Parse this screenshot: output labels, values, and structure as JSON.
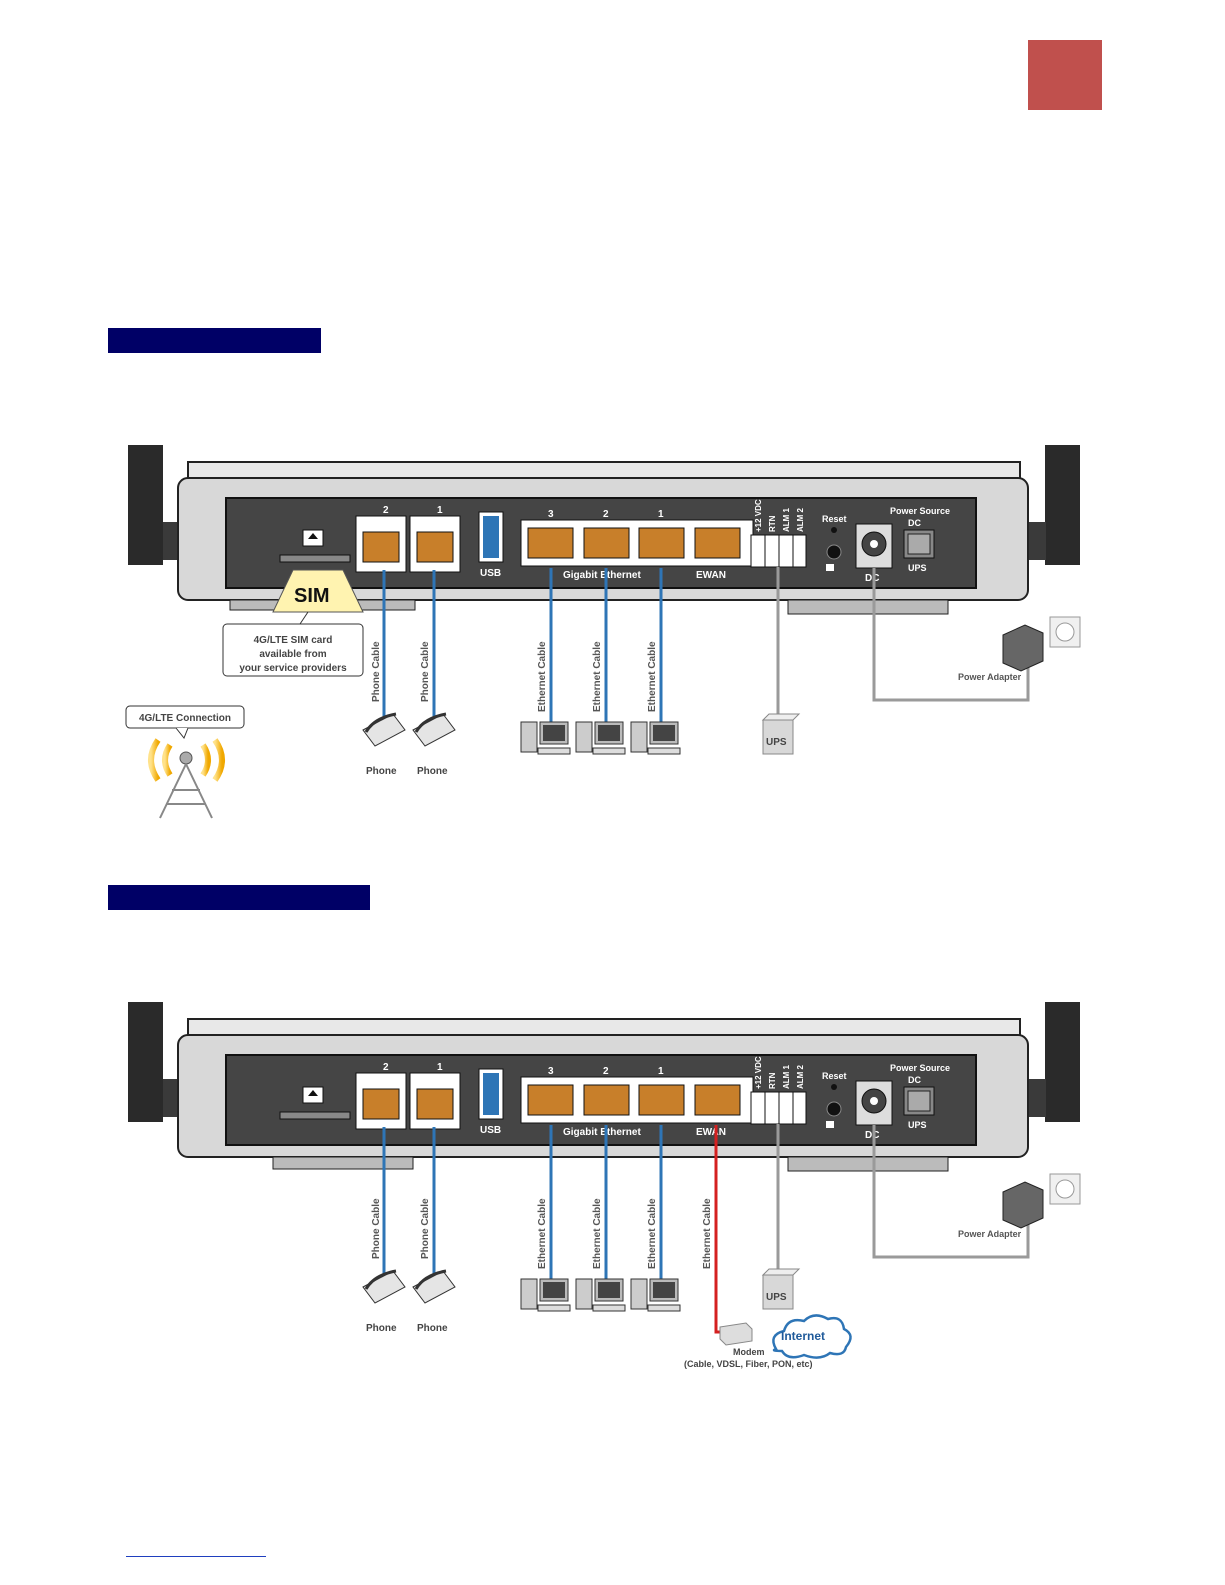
{
  "colors": {
    "accent_tab": "#c0504d",
    "section_bar": "#000066",
    "cable_blue": "#2e75b6",
    "cable_red": "#d42020",
    "cable_gray": "#9a9a9a"
  },
  "router": {
    "phone_ports": [
      "2",
      "1"
    ],
    "usb": "USB",
    "lan_ports": [
      "3",
      "2",
      "1"
    ],
    "gigabit_label": "Gigabit Ethernet",
    "ewan": "EWAN",
    "terminal": [
      "+12 VDC",
      "RTN",
      "ALM 1",
      "ALM 2"
    ],
    "reset": "Reset",
    "dc": "DC",
    "power_source": "Power Source",
    "ps_dc": "DC",
    "ps_ups": "UPS"
  },
  "diagram1": {
    "sim": "SIM",
    "sim_note": [
      "4G/LTE SIM card",
      "available from",
      "your service providers"
    ],
    "lte_connection": "4G/LTE Connection",
    "phone_cable": "Phone Cable",
    "ethernet_cable": "Ethernet Cable",
    "phone": "Phone",
    "ups": "UPS",
    "power_adapter": "Power Adapter"
  },
  "diagram2": {
    "phone_cable": "Phone Cable",
    "ethernet_cable": "Ethernet Cable",
    "phone": "Phone",
    "ups": "UPS",
    "power_adapter": "Power Adapter",
    "modem": "Modem",
    "modem_types": "(Cable, VDSL, Fiber, PON, etc)",
    "internet": "Internet"
  }
}
